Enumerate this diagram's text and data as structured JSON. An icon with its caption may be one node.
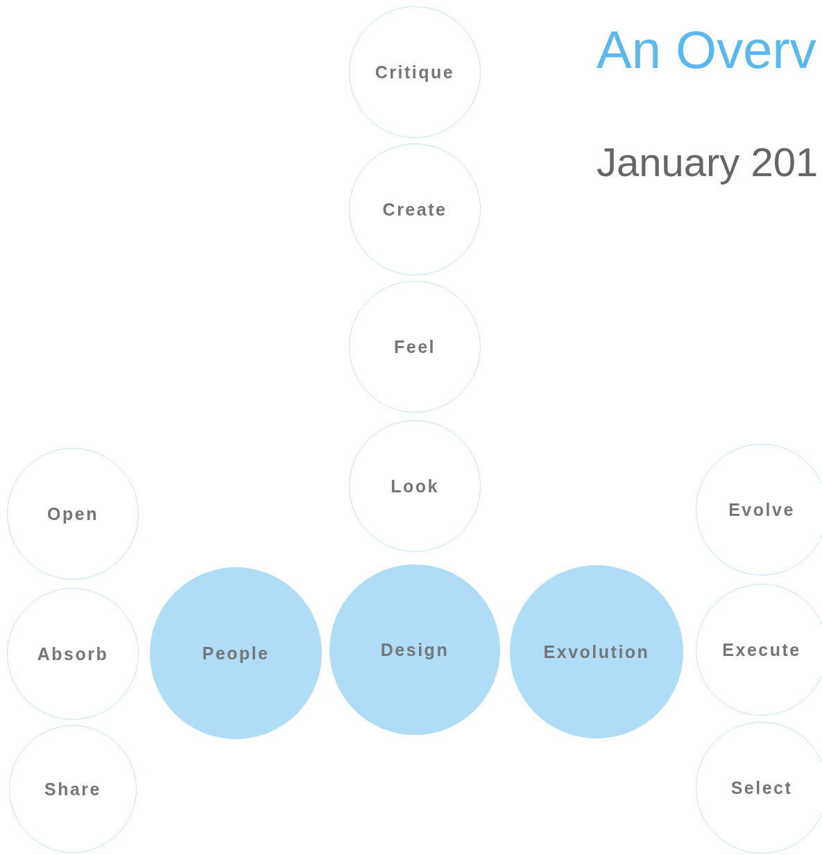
{
  "diagram": {
    "title": "An Overv",
    "nodes": [
      {
        "text": [
          "Critique"
        ]
      },
      {
        "text": [
          "Create"
        ]
      },
      {
        "text": [
          "Feel"
        ]
      },
      {
        "text": [
          "Look"
        ]
      },
      {
        "text": [
          "Open"
        ]
      },
      {
        "text": [
          "Evolve"
        ]
      },
      {
        "text": [
          "Absorb"
        ]
      },
      {
        "text": [
          "People"
        ]
      },
      {
        "text": [
          "Design"
        ]
      },
      {
        "text": [
          "Exvolution"
        ]
      },
      {
        "text": [
          "Execute"
        ]
      },
      {
        "text": [
          "Share"
        ]
      },
      {
        "text": [
          "Select"
        ]
      }
    ],
    "labels": [
      "January 201"
    ]
  }
}
